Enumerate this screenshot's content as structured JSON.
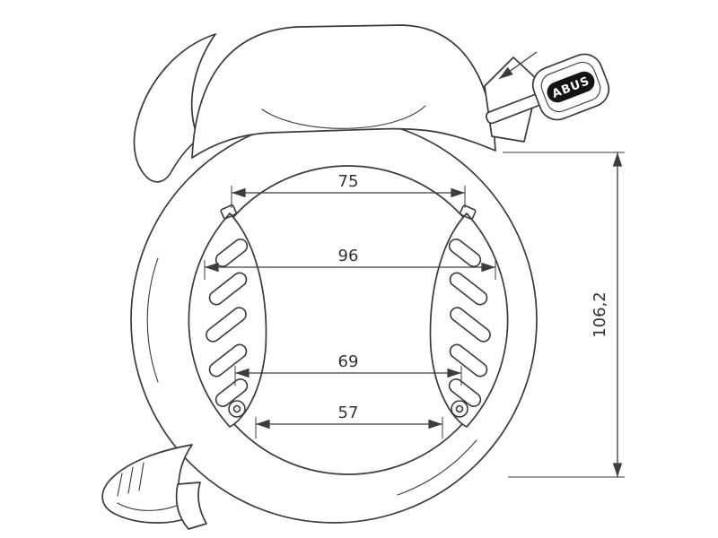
{
  "diagram": {
    "brand": "ABUS",
    "dimensions": {
      "d75": "75",
      "d96": "96",
      "d69": "69",
      "d57": "57",
      "d106": "106,2"
    },
    "colors": {
      "line": "#3a3a3a",
      "dimension": "#3c3c3c",
      "background": "#ffffff",
      "key_pill": "#141414"
    }
  }
}
